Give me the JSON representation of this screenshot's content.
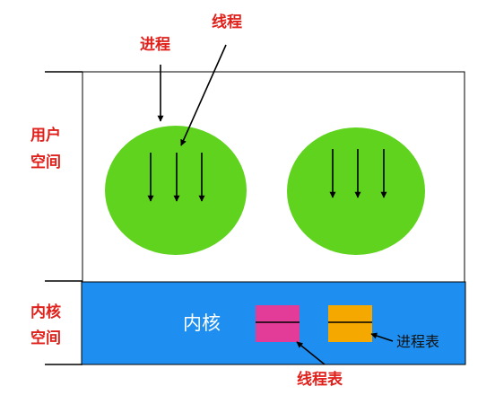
{
  "labels": {
    "process": "进程",
    "thread": "线程",
    "user_space_line1": "用户",
    "user_space_line2": "空间",
    "kernel_space_line1": "内核",
    "kernel_space_line2": "空间",
    "kernel": "内核",
    "process_table": "进程表",
    "thread_table": "线程表"
  },
  "colors": {
    "process_fill": "#5fd31e",
    "kernel_fill": "#1e8ff0",
    "thread_table_fill": "#e23c98",
    "process_table_fill": "#f5a800",
    "label_red": "#e0201b"
  },
  "processes": [
    {
      "name": "process-1",
      "thread_count": 3
    },
    {
      "name": "process-2",
      "thread_count": 3
    }
  ]
}
